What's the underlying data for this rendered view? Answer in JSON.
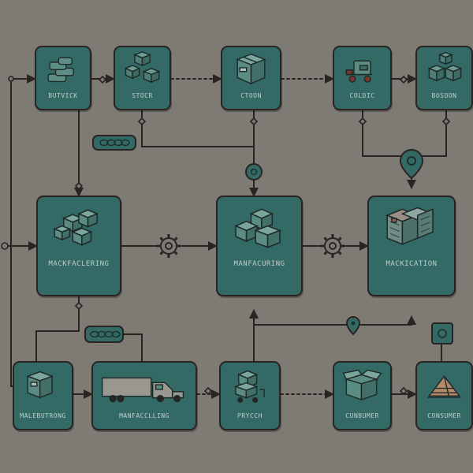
{
  "colors": {
    "background": "#7e7b75",
    "node_fill": "#336a66",
    "outline": "#2a2321",
    "label_text": "#bfcdc7"
  },
  "nodes": {
    "n1": {
      "label": "BUTVICK",
      "icon": "stacked-bars-icon"
    },
    "n2": {
      "label": "STOCR",
      "icon": "cubes-icon"
    },
    "n3": {
      "label": "CTOON",
      "icon": "package-box-icon"
    },
    "n4": {
      "label": "COLDIC",
      "icon": "cart-icon"
    },
    "n5": {
      "label": "BOSOON",
      "icon": "cube-stack-icon"
    },
    "n6": {
      "label": "MACKFACLERING",
      "icon": "box-pile-icon"
    },
    "n7": {
      "label": "MANFACURING",
      "icon": "box-pile-icon"
    },
    "n8": {
      "label": "MACKICATION",
      "icon": "container-stack-icon"
    },
    "n9": {
      "label": "MALEBUTRONG",
      "icon": "box-icon"
    },
    "n10": {
      "label": "MANFACCLLING",
      "icon": "truck-icon"
    },
    "n11": {
      "label": "PRYCCH",
      "icon": "box-cart-icon"
    },
    "n12": {
      "label": "CUNBUMER",
      "icon": "open-box-icon"
    },
    "n13": {
      "label": "CONSUMER",
      "icon": "pyramid-icon"
    }
  }
}
